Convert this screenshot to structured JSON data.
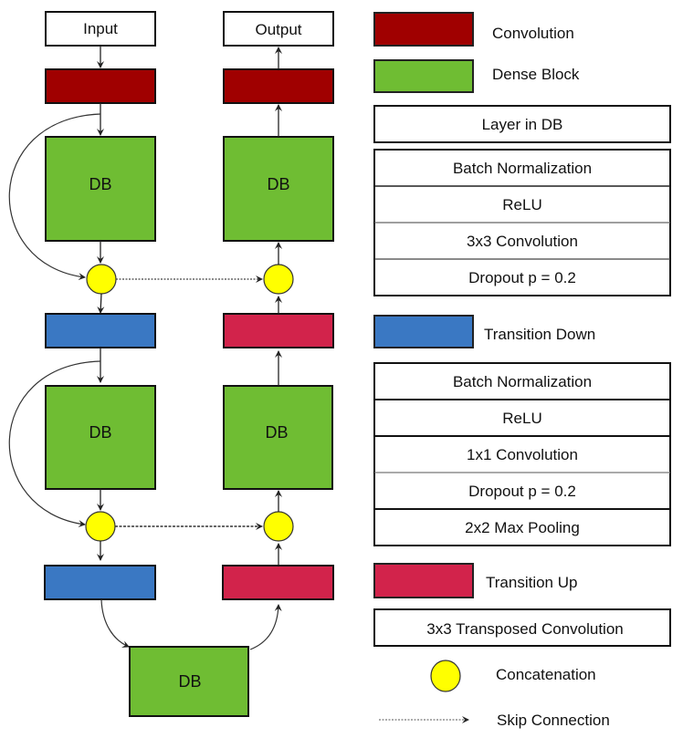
{
  "diagram": {
    "input_label": "Input",
    "output_label": "Output",
    "db_label": "DB"
  },
  "legend": {
    "convolution": "Convolution",
    "dense_block": "Dense Block",
    "layer_in_db": {
      "title": "Layer in DB",
      "rows": [
        "Batch Normalization",
        "ReLU",
        "3x3 Convolution",
        "Dropout p = 0.2"
      ]
    },
    "transition_down": {
      "title": "Transition Down",
      "rows": [
        "Batch Normalization",
        "ReLU",
        "1x1 Convolution",
        "Dropout p = 0.2",
        "2x2 Max Pooling"
      ]
    },
    "transition_up": {
      "title": "Transition Up",
      "rows": [
        "3x3 Transposed Convolution"
      ]
    },
    "concatenation": "Concatenation",
    "skip_connection": "Skip Connection"
  },
  "colors": {
    "convolution": "#a00000",
    "dense_block": "#6fbd33",
    "transition_down": "#3a78c3",
    "transition_up": "#d2234b",
    "concatenation": "#ffff00"
  }
}
